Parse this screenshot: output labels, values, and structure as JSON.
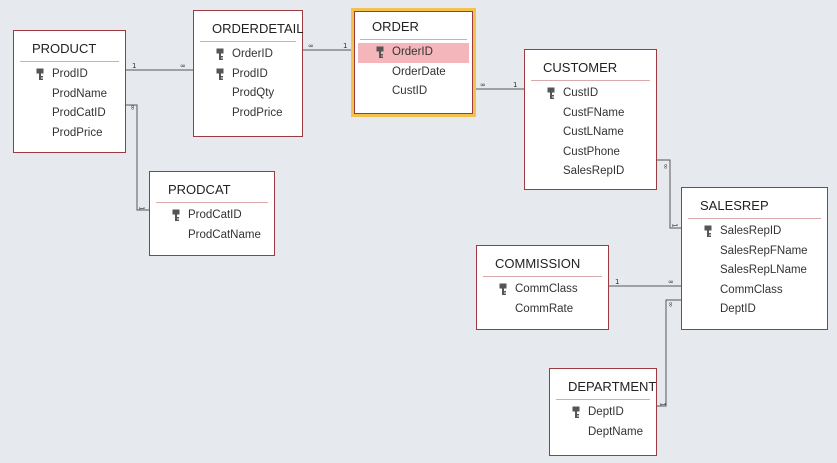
{
  "tables": [
    {
      "id": "product",
      "title": "PRODUCT",
      "selected": false,
      "fields": [
        {
          "name": "ProdID",
          "key": true
        },
        {
          "name": "ProdName",
          "key": false
        },
        {
          "name": "ProdCatID",
          "key": false
        },
        {
          "name": "ProdPrice",
          "key": false
        }
      ]
    },
    {
      "id": "orderdetail",
      "title": "ORDERDETAIL",
      "selected": false,
      "fields": [
        {
          "name": "OrderID",
          "key": true
        },
        {
          "name": "ProdID",
          "key": true
        },
        {
          "name": "ProdQty",
          "key": false
        },
        {
          "name": "ProdPrice",
          "key": false
        }
      ]
    },
    {
      "id": "order",
      "title": "ORDER",
      "selected": true,
      "fields": [
        {
          "name": "OrderID",
          "key": true,
          "highlighted": true
        },
        {
          "name": "OrderDate",
          "key": false
        },
        {
          "name": "CustID",
          "key": false
        }
      ]
    },
    {
      "id": "customer",
      "title": "CUSTOMER",
      "selected": false,
      "fields": [
        {
          "name": "CustID",
          "key": true
        },
        {
          "name": "CustFName",
          "key": false
        },
        {
          "name": "CustLName",
          "key": false
        },
        {
          "name": "CustPhone",
          "key": false
        },
        {
          "name": "SalesRepID",
          "key": false
        }
      ]
    },
    {
      "id": "prodcat",
      "title": "PRODCAT",
      "selected": false,
      "fields": [
        {
          "name": "ProdCatID",
          "key": true
        },
        {
          "name": "ProdCatName",
          "key": false
        }
      ]
    },
    {
      "id": "salesrep",
      "title": "SALESREP",
      "selected": false,
      "fields": [
        {
          "name": "SalesRepID",
          "key": true
        },
        {
          "name": "SalesRepFName",
          "key": false
        },
        {
          "name": "SalesRepLName",
          "key": false
        },
        {
          "name": "CommClass",
          "key": false
        },
        {
          "name": "DeptID",
          "key": false
        }
      ]
    },
    {
      "id": "commission",
      "title": "COMMISSION",
      "selected": false,
      "fields": [
        {
          "name": "CommClass",
          "key": true
        },
        {
          "name": "CommRate",
          "key": false
        }
      ]
    },
    {
      "id": "department",
      "title": "DEPARTMENT",
      "selected": false,
      "fields": [
        {
          "name": "DeptID",
          "key": true
        },
        {
          "name": "DeptName",
          "key": false
        }
      ]
    }
  ],
  "relationships": [
    {
      "from": "product",
      "to": "orderdetail",
      "from_end": "1",
      "to_end": "∞"
    },
    {
      "from": "orderdetail",
      "to": "order",
      "from_end": "∞",
      "to_end": "1"
    },
    {
      "from": "order",
      "to": "customer",
      "from_end": "∞",
      "to_end": "1"
    },
    {
      "from": "product",
      "to": "prodcat",
      "from_end": "∞",
      "to_end": "1"
    },
    {
      "from": "customer",
      "to": "salesrep",
      "from_end": "∞",
      "to_end": "1"
    },
    {
      "from": "commission",
      "to": "salesrep",
      "from_end": "1",
      "to_end": "∞"
    },
    {
      "from": "department",
      "to": "salesrep",
      "from_end": "1",
      "to_end": "∞"
    }
  ],
  "colors": {
    "background": "#e6eaee",
    "table_border": "#9b3a3f",
    "selected_border": "#f2c14e",
    "selected_field": "#f4b6bb",
    "line": "#555555"
  },
  "icons": {
    "primary_key": "key-icon"
  }
}
